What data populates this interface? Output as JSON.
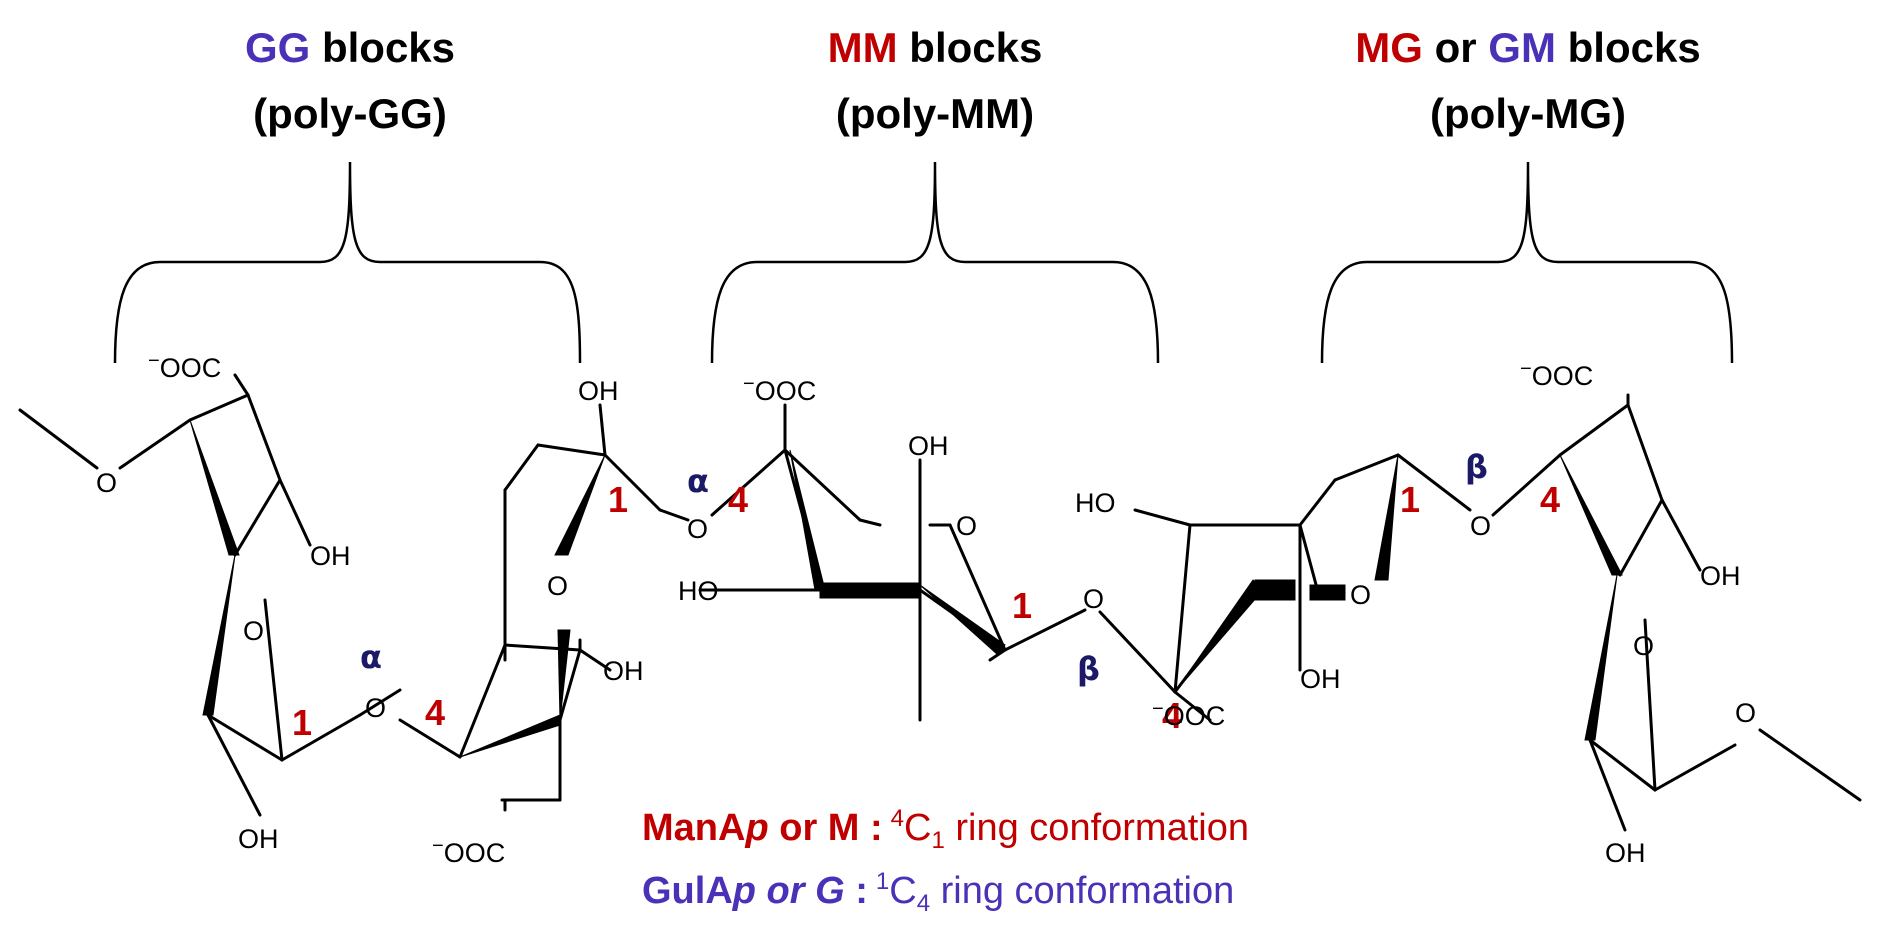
{
  "headers": {
    "gg": {
      "g": "GG",
      "rest": " blocks",
      "sub": "(poly-GG)"
    },
    "mm": {
      "m": "MM",
      "rest": " blocks",
      "sub": "(poly-MM)"
    },
    "mg": {
      "m": "MG",
      "or": " or ",
      "g": "GM",
      "rest": " blocks",
      "sub": "(poly-MG)"
    }
  },
  "labels": {
    "coo": "OOC",
    "minus": "−",
    "oh": "OH",
    "ho": "HO",
    "o": "O",
    "alpha": "α",
    "beta": "β",
    "one": "1",
    "four": "4"
  },
  "legend": {
    "line1": {
      "name": "ManA",
      "p": "p",
      "or": " or M :",
      "sup": "4",
      "c": "C",
      "sub": "1",
      "tail": " ring conformation"
    },
    "line2": {
      "name": "GulA",
      "p": "p",
      "or": " or G",
      "colon": " :",
      "sup": "1",
      "c": "C",
      "sub": "4",
      "tail": " ring conformation"
    }
  },
  "colors": {
    "m_red": "#c00000",
    "g_blue": "#4b30b8",
    "greek_navy": "#1c1a66"
  }
}
